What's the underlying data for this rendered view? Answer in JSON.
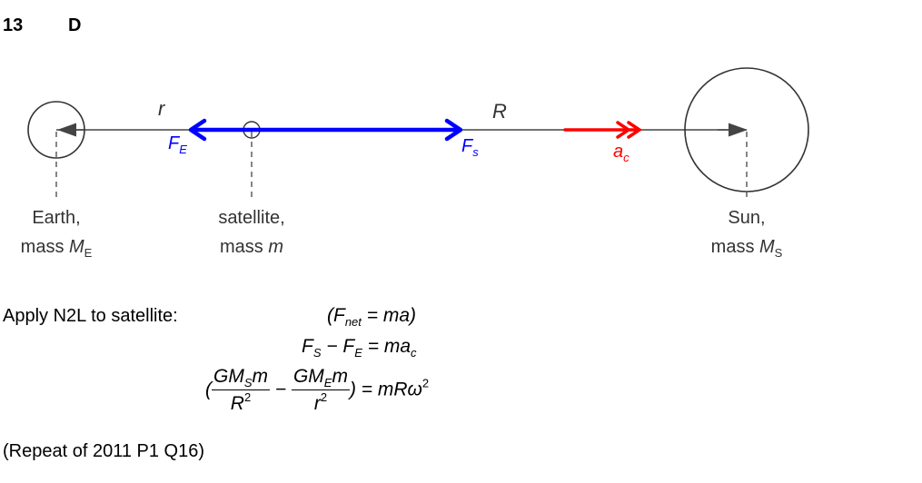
{
  "question": {
    "number": "13",
    "answer": "D"
  },
  "diagram": {
    "r_label": "r",
    "R_label": "R",
    "fe_label": {
      "main": "F",
      "sub": "E"
    },
    "fs_label": {
      "main": "F",
      "sub": "s"
    },
    "ac_label": {
      "main": "a",
      "sub": "c"
    },
    "earth": {
      "line1": "Earth,",
      "line2": "mass ",
      "sym": "M",
      "sub": "E"
    },
    "satellite": {
      "line1": "satellite,",
      "line2": "mass ",
      "sym": "m"
    },
    "sun": {
      "line1": "Sun,",
      "line2": "mass ",
      "sym": "M",
      "sub": "S"
    },
    "colors": {
      "force": "#0000ff",
      "accel": "#ff0000",
      "line": "#444444"
    }
  },
  "solution": {
    "intro": "Apply N2L to satellite:",
    "eq1": {
      "open": "(F",
      "sub": "net",
      "rest": " = ma)"
    },
    "eq2": {
      "a": "F",
      "a_sub": "S",
      "minus": " − F",
      "b_sub": "E",
      "rest": " = ma",
      "c_sub": "c"
    },
    "eq3": {
      "open": "(",
      "n1": "GM",
      "n1_sub": "S",
      "n1_end": "m",
      "d1": "R",
      "d1_sup": "2",
      "minus": " − ",
      "n2": "GM",
      "n2_sub": "E",
      "n2_end": "m",
      "d2": "r",
      "d2_sup": "2",
      "close": ") = mRω",
      "close_sup": "2"
    },
    "note": "(Repeat of 2011 P1 Q16)"
  }
}
